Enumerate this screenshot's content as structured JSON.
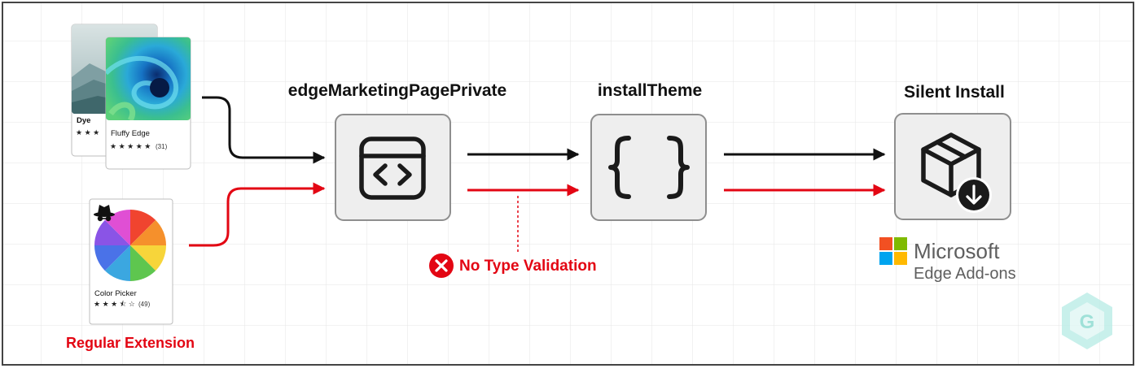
{
  "colors": {
    "flow_black": "#111111",
    "flow_red": "#e30613",
    "node_fill": "#eeeeee",
    "node_stroke": "#8e8e8e",
    "grid": "#e6e6e6",
    "frame": "#444444"
  },
  "cards": {
    "dye": {
      "name": "Dye"
    },
    "fluffy": {
      "name": "Fluffy Edge",
      "rating_count": "(31)"
    },
    "picker": {
      "name": "Color Picker",
      "rating_count": "(49)",
      "badge_icon": "incognito-spy-icon"
    }
  },
  "regular_extension_label": "Regular Extension",
  "nodes": [
    {
      "label": "edgeMarketingPagePrivate",
      "icon": "code-window-icon"
    },
    {
      "label": "installTheme",
      "icon": "curly-braces-icon"
    },
    {
      "label": "Silent Install",
      "icon": "package-download-icon"
    }
  ],
  "no_type_validation": {
    "text": "No Type Validation",
    "icon": "error-x-icon"
  },
  "microsoft": {
    "title": "Microsoft",
    "subtitle": "Edge Add-ons"
  },
  "watermark_icon": "g-shield-logo-icon"
}
